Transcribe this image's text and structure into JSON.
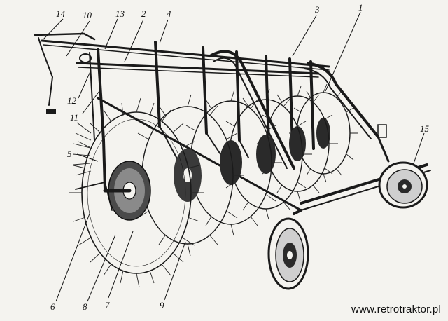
{
  "figure": {
    "callouts": [
      "1",
      "2",
      "3",
      "4",
      "5",
      "6",
      "7",
      "8",
      "9",
      "10",
      "11",
      "12",
      "13",
      "14",
      "15"
    ],
    "watermark": "www.retrotraktor.pl"
  }
}
